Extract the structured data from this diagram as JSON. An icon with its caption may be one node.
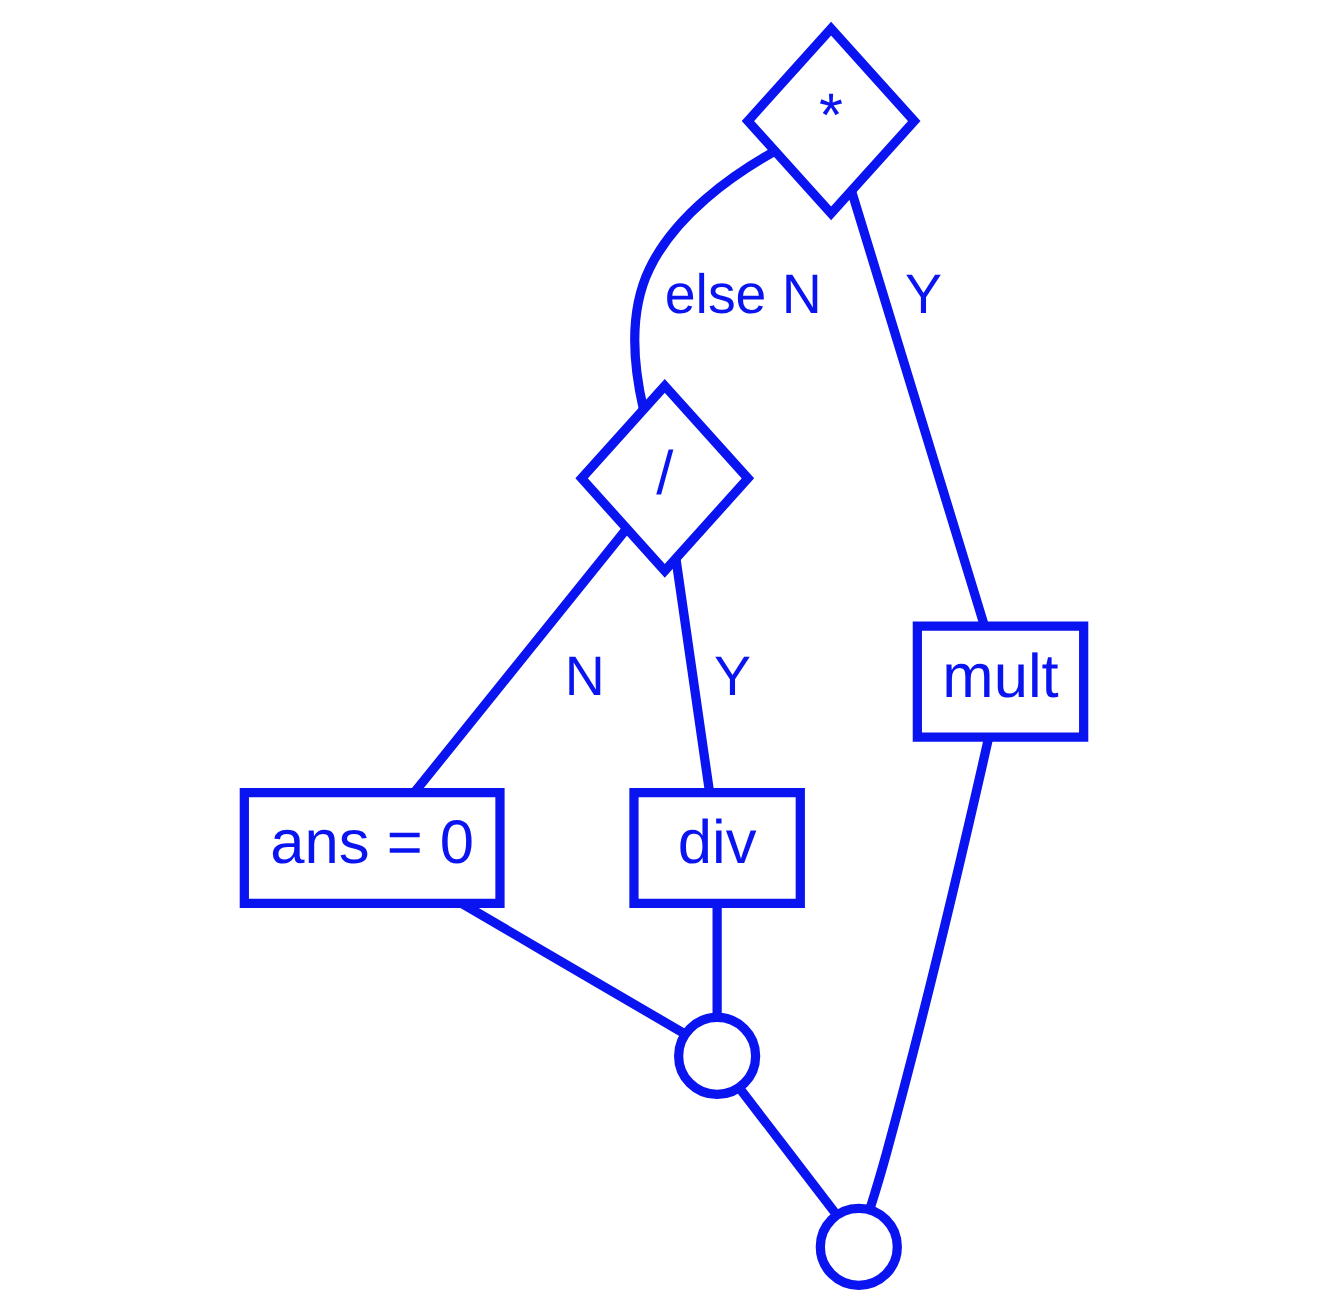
{
  "diagram": {
    "nodes": [
      {
        "text": [
          "*"
        ]
      },
      {
        "text": [
          "/"
        ]
      },
      {
        "text": [
          "mult"
        ]
      },
      {
        "text": [
          "ans = 0"
        ]
      },
      {
        "text": [
          "div"
        ]
      },
      {
        "text": [],
        "shape": "circle"
      },
      {
        "text": [],
        "shape": "circle"
      }
    ],
    "edges": [
      {
        "from": 0,
        "to": 1,
        "arrow": "none",
        "label": "else N"
      },
      {
        "from": 0,
        "to": 2,
        "arrow": "none",
        "label": "Y"
      },
      {
        "from": 1,
        "to": 3,
        "arrow": "none",
        "label": "N"
      },
      {
        "from": 1,
        "to": 4,
        "arrow": "none",
        "label": "Y"
      },
      {
        "from": 3,
        "to": 5,
        "arrow": "none"
      },
      {
        "from": 4,
        "to": 5,
        "arrow": "none"
      },
      {
        "from": 5,
        "to": 6,
        "arrow": "none"
      },
      {
        "from": 2,
        "to": 6,
        "arrow": "none"
      }
    ]
  }
}
